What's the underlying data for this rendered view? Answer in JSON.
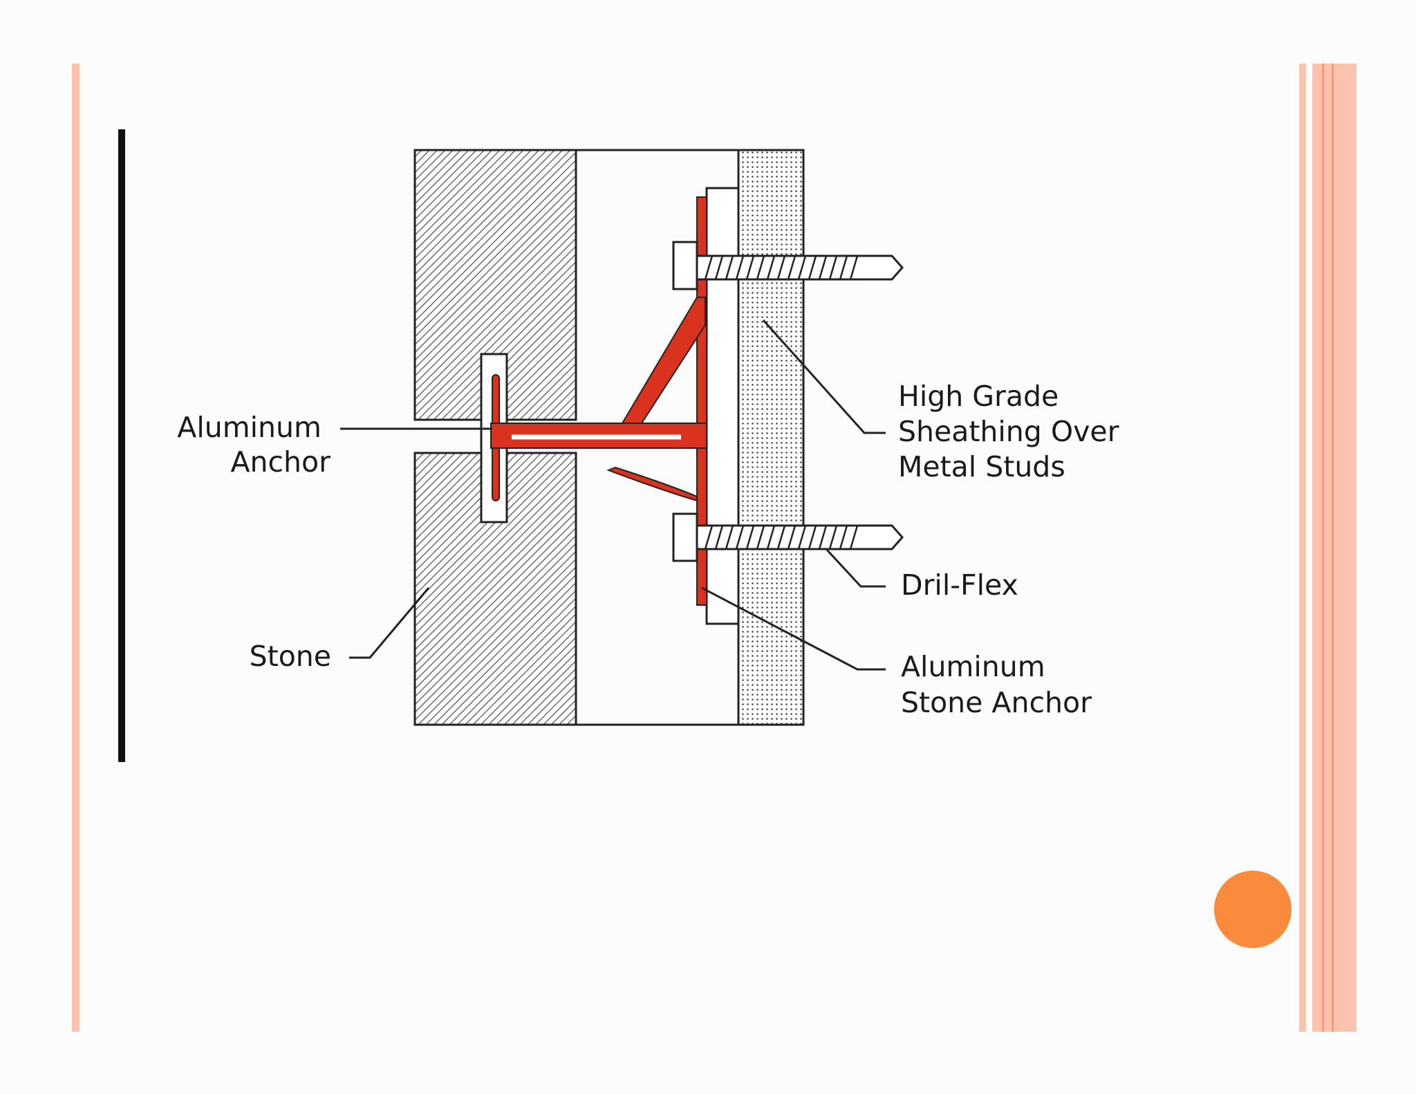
{
  "colors": {
    "accent_orange": "#fb8b3c",
    "stripe_pink": "#f9c3ad",
    "anchor_red": "#d9321f",
    "outline": "#222222"
  },
  "labels": {
    "aluminum_anchor": [
      "Aluminum",
      "Anchor"
    ],
    "stone": "Stone",
    "sheathing": [
      "High Grade",
      "Sheathing Over",
      "Metal Studs"
    ],
    "dril_flex": "Dril-Flex",
    "stone_anchor": [
      "Aluminum",
      "Stone Anchor"
    ]
  }
}
